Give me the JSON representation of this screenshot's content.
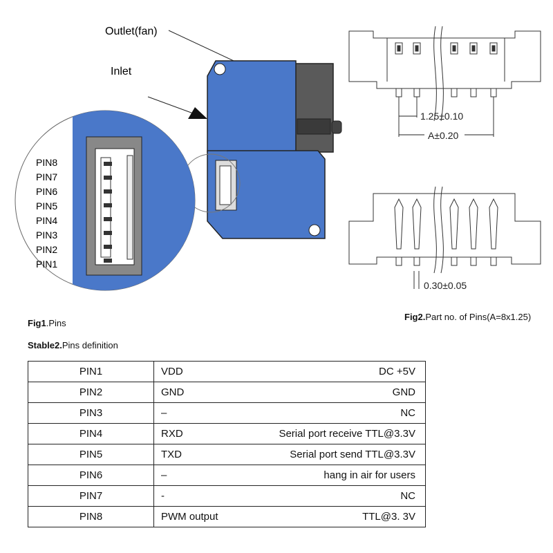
{
  "figure1": {
    "labels": {
      "outlet": "Outlet(fan)",
      "inlet": "Inlet"
    },
    "pin_labels": [
      "PIN8",
      "PIN7",
      "PIN6",
      "PIN5",
      "PIN4",
      "PIN3",
      "PIN2",
      "PIN1"
    ],
    "caption_bold": "Fig1",
    "caption_text": ".Pins"
  },
  "figure2": {
    "dim_pitch": "1.25±0.10",
    "dim_total": "A±0.20",
    "dim_pin_width": "0.30±0.05",
    "caption_bold": "Fig2.",
    "caption_text": "Part no. of Pins(A=8x1.25)"
  },
  "table": {
    "title_bold": "Stable2.",
    "title_text": "Pins definition",
    "rows": [
      {
        "pin": "PIN1",
        "name": "VDD",
        "desc": "DC +5V"
      },
      {
        "pin": "PIN2",
        "name": "GND",
        "desc": "GND"
      },
      {
        "pin": "PIN3",
        "name": "–",
        "desc": "NC"
      },
      {
        "pin": "PIN4",
        "name": "RXD",
        "desc": "Serial port receive TTL@3.3V"
      },
      {
        "pin": "PIN5",
        "name": "TXD",
        "desc": "Serial port send TTL@3.3V"
      },
      {
        "pin": "PIN6",
        "name": "–",
        "desc": "hang in air for users"
      },
      {
        "pin": "PIN7",
        "name": "-",
        "desc": "NC"
      },
      {
        "pin": "PIN8",
        "name": "PWM output",
        "desc": "TTL@3. 3V"
      }
    ]
  },
  "colors": {
    "sensor_blue": "#4a78c9",
    "sensor_gray": "#555555",
    "connector_gray": "#888888"
  }
}
